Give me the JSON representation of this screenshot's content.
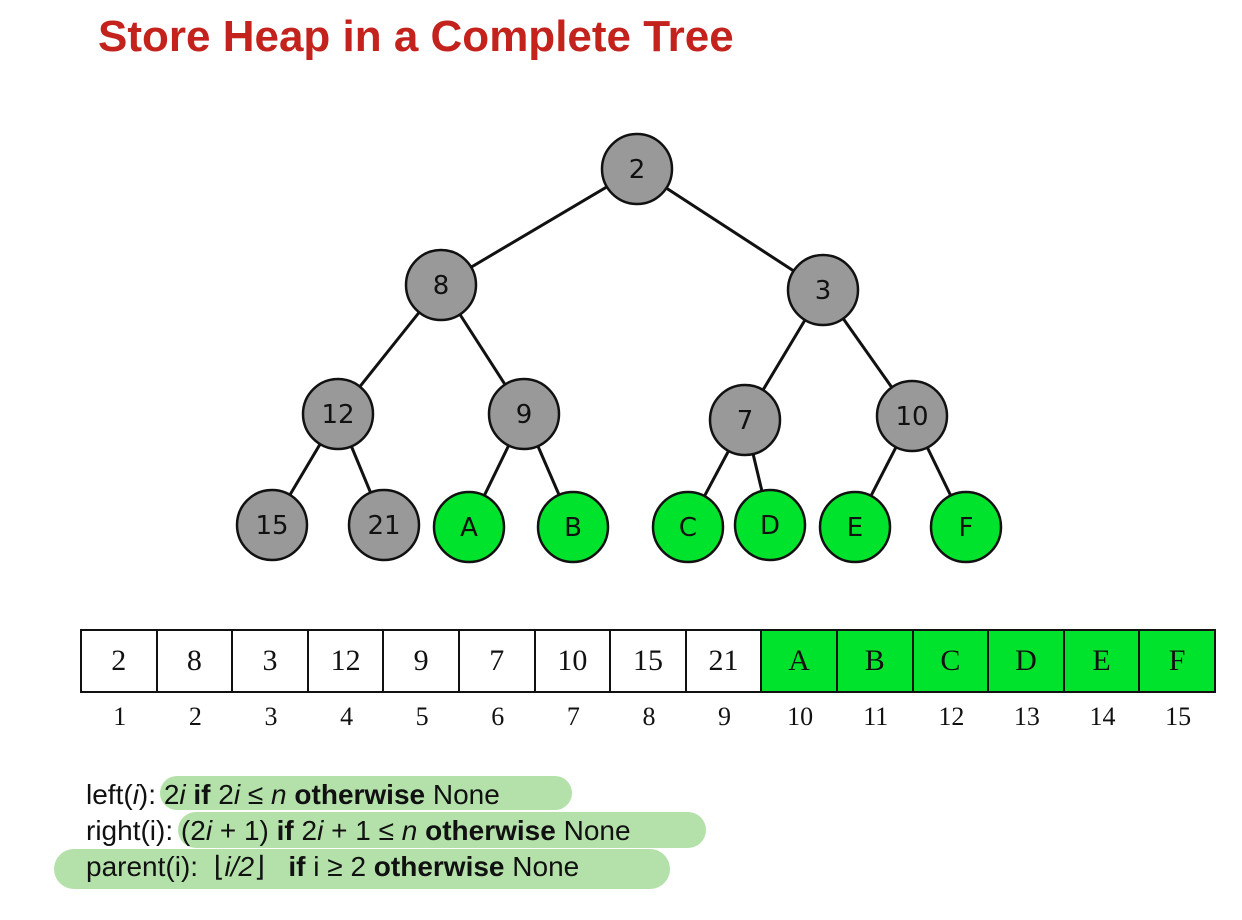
{
  "title": "Store Heap in a Complete Tree",
  "colors": {
    "title": "#c4221c",
    "existing_node": "#999999",
    "new_node": "#00e32c",
    "highlight": "#a6dc9a"
  },
  "tree": {
    "nodes": [
      "2",
      "8",
      "3",
      "12",
      "9",
      "7",
      "10",
      "15",
      "21",
      "A",
      "B",
      "C",
      "D",
      "E",
      "F"
    ],
    "new_from_index": 10
  },
  "array": {
    "values": [
      "2",
      "8",
      "3",
      "12",
      "9",
      "7",
      "10",
      "15",
      "21",
      "A",
      "B",
      "C",
      "D",
      "E",
      "F"
    ],
    "indices": [
      "1",
      "2",
      "3",
      "4",
      "5",
      "6",
      "7",
      "8",
      "9",
      "10",
      "11",
      "12",
      "13",
      "14",
      "15"
    ]
  },
  "formulas": {
    "left": {
      "name": "left(",
      "var": "i",
      "close": "):",
      "expr": "2",
      "expr_var": "i",
      "kw_if": "if",
      "cond_a": "2",
      "cond_var": "i",
      "cond_op": "≤",
      "cond_n": "n",
      "kw_otherwise": "otherwise",
      "none": "None"
    },
    "right": {
      "name": "right(i):",
      "expr_a": "(2",
      "expr_var": "i",
      "expr_b": "+ 1)",
      "kw_if": "if",
      "cond_a": "2",
      "cond_var": "i",
      "cond_b": "+ 1 ≤",
      "cond_n": "n",
      "kw_otherwise": "otherwise",
      "none": "None"
    },
    "parent": {
      "name": "parent(i):",
      "floor_open": "⌊",
      "expr": "i/2",
      "floor_close": "⌋",
      "kw_if": "if",
      "cond": "i ≥ 2",
      "kw_otherwise": "otherwise",
      "none": "None"
    }
  }
}
